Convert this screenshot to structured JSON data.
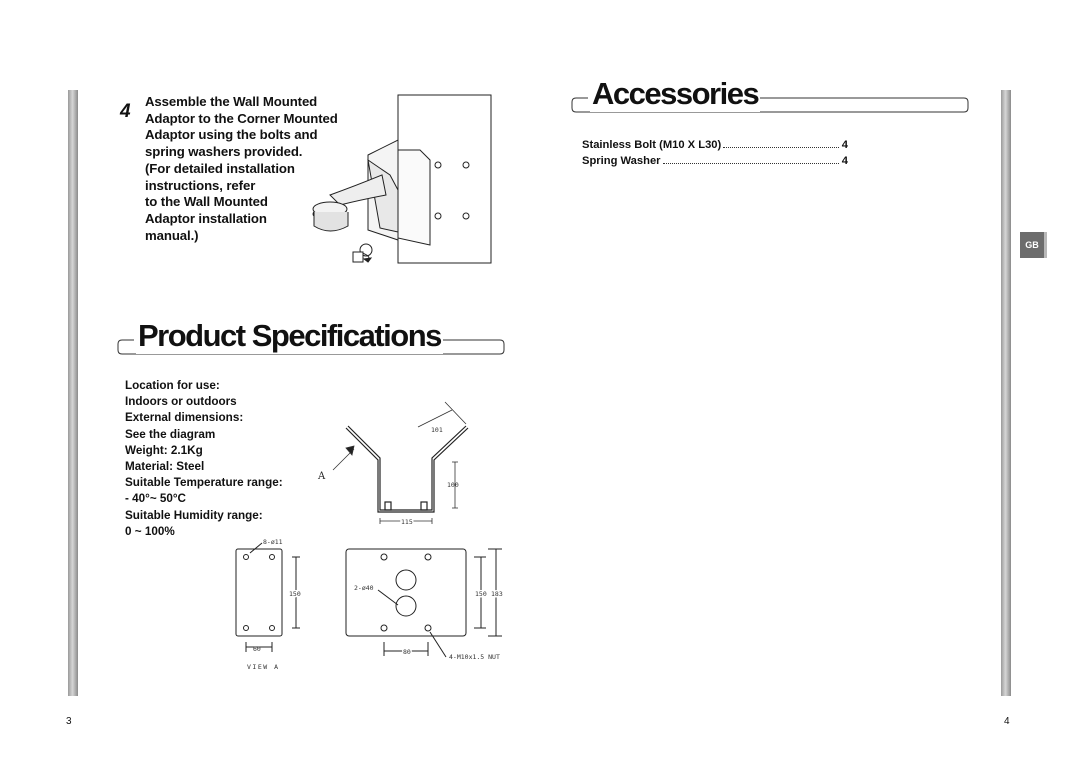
{
  "left_page": {
    "step": {
      "number": "4",
      "lines": [
        "Assemble the Wall Mounted",
        "Adaptor to the Corner Mounted",
        "Adaptor using the bolts and",
        "spring washers provided.",
        "(For detailed installation",
        "instructions, refer",
        "to the Wall Mounted",
        "Adaptor installation",
        "manual.)"
      ]
    },
    "specs": {
      "title": "Product Specifications",
      "lines": [
        "Location for use:",
        "Indoors or outdoors",
        "External dimensions:",
        "See the diagram",
        "Weight: 2.1Kg",
        "Material: Steel",
        "Suitable Temperature range:",
        "- 40°~ 50°C",
        "Suitable Humidity range:",
        "0 ~ 100%"
      ]
    },
    "diagram_labels": {
      "top_width": "101",
      "height": "100",
      "base_width": "115",
      "arrow": "A",
      "holes": "8-ø11",
      "plate_height": "150",
      "plate_width": "60",
      "view": "VIEW A",
      "big_holes": "2-ø40",
      "front_height_inner": "150",
      "front_height_outer": "183",
      "front_width": "80",
      "nut": "4-M10x1.5 NUT"
    },
    "page_number": "3"
  },
  "right_page": {
    "accessories": {
      "title": "Accessories",
      "items": [
        {
          "name": "Stainless Bolt (M10 X L30)",
          "qty": "4"
        },
        {
          "name": "Spring Washer",
          "qty": "4"
        }
      ]
    },
    "tab": "GB",
    "page_number": "4"
  }
}
